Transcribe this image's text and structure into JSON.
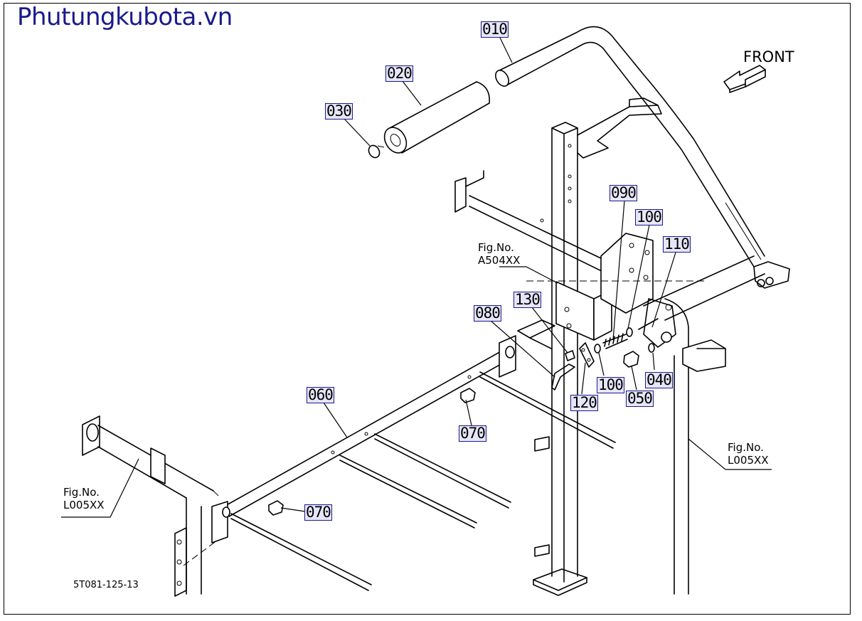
{
  "brand": "Phutungkubota.vn",
  "front_label": "FRONT",
  "drawing_number": "5T081-125-13",
  "callouts": [
    {
      "id": "010"
    },
    {
      "id": "020"
    },
    {
      "id": "030"
    },
    {
      "id": "090"
    },
    {
      "id": "100"
    },
    {
      "id": "110"
    },
    {
      "id": "130"
    },
    {
      "id": "080"
    },
    {
      "id": "100"
    },
    {
      "id": "040"
    },
    {
      "id": "050"
    },
    {
      "id": "120"
    },
    {
      "id": "060"
    },
    {
      "id": "070"
    },
    {
      "id": "070"
    }
  ],
  "figure_refs": [
    {
      "line1": "Fig.No.",
      "line2": "A504XX"
    },
    {
      "line1": "Fig.No.",
      "line2": "L005XX"
    },
    {
      "line1": "Fig.No.",
      "line2": "L005XX"
    }
  ],
  "colors": {
    "brand": "#1a1a8c",
    "callout_bg": "#e6e6f8",
    "line": "#000000"
  }
}
